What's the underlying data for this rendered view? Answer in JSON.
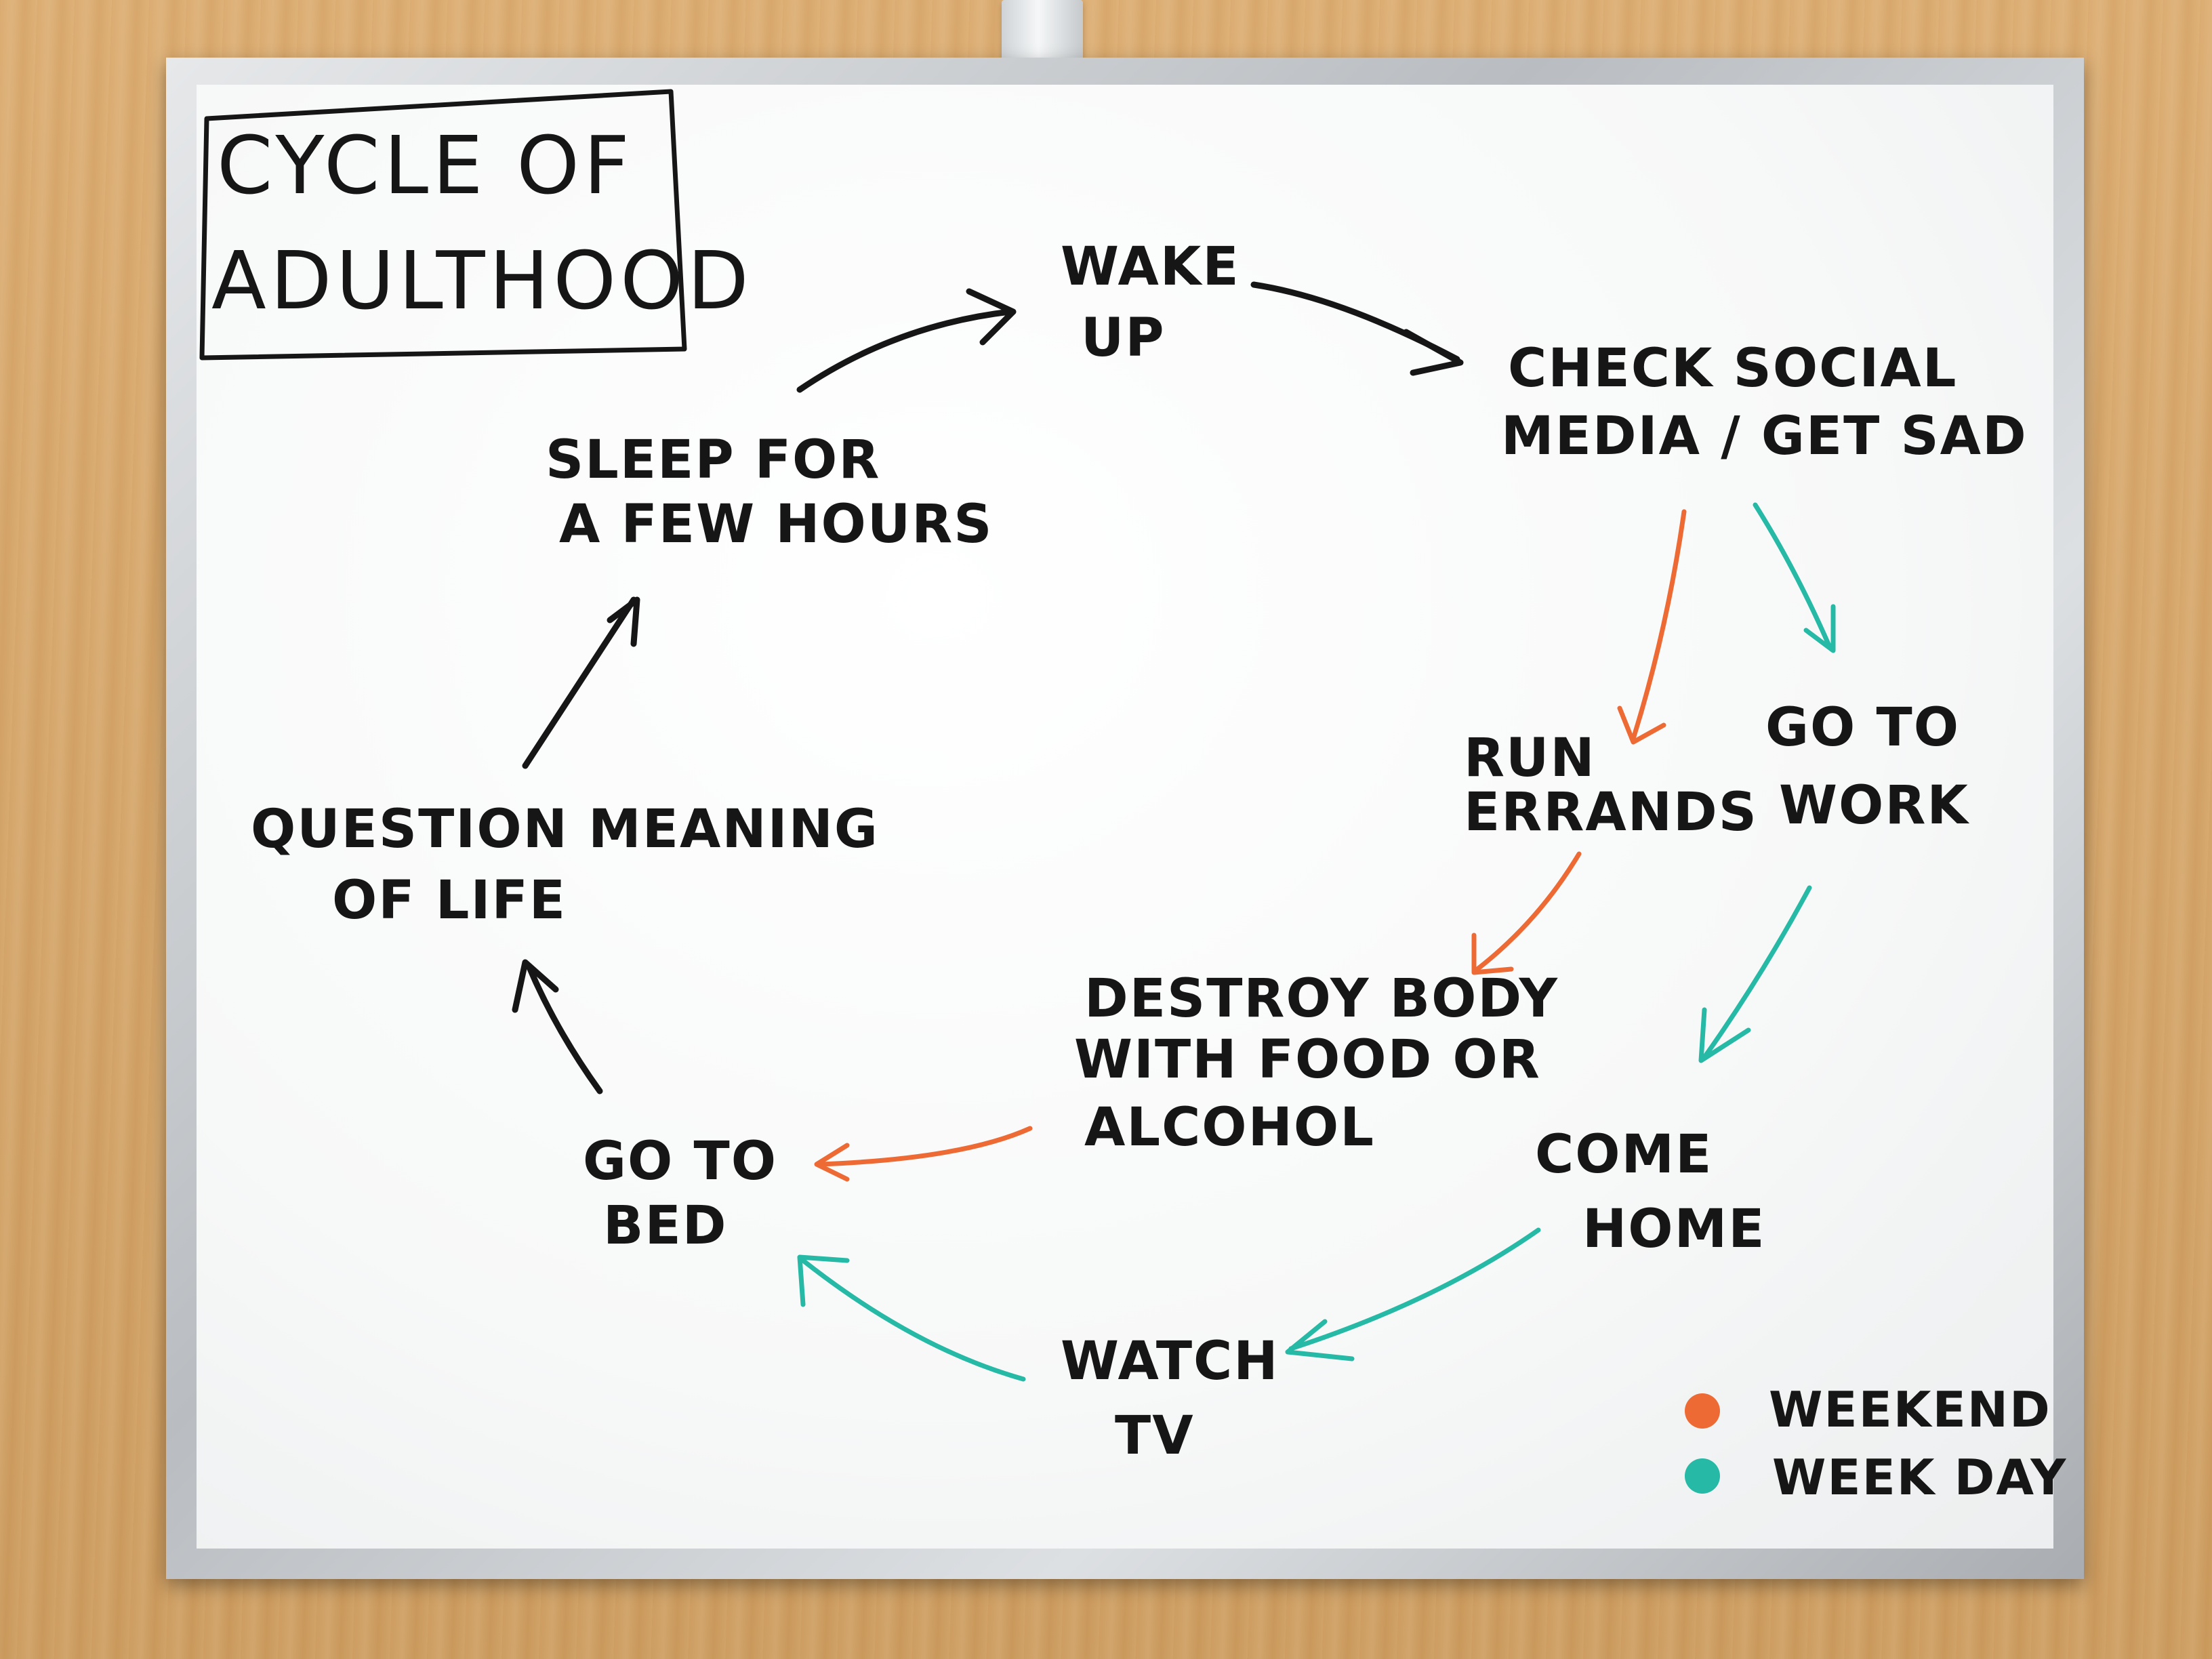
{
  "title": [
    "CYCLE OF",
    "ADULTHOOD"
  ],
  "nodes": {
    "wake_up": [
      "WAKE",
      "UP"
    ],
    "check_social": [
      "CHECK SOCIAL",
      "MEDIA / GET SAD"
    ],
    "run_errands": [
      "RUN",
      "ERRANDS"
    ],
    "go_to_work": [
      "GO TO",
      "WORK"
    ],
    "destroy_body": [
      "DESTROY BODY",
      "WITH FOOD OR",
      "ALCOHOL"
    ],
    "come_home": [
      "COME",
      "HOME"
    ],
    "watch_tv": [
      "WATCH",
      "TV"
    ],
    "go_to_bed": [
      "GO TO",
      "BED"
    ],
    "question_meaning": [
      "QUESTION MEANING",
      "OF LIFE"
    ],
    "sleep": [
      "SLEEP FOR",
      "A FEW HOURS"
    ]
  },
  "legend": [
    {
      "label": "WEEKEND",
      "color": "#ee6a35"
    },
    {
      "label": "WEEK DAY",
      "color": "#25b9a6"
    }
  ],
  "colors": {
    "ink": "#161616",
    "weekend": "#ee6a35",
    "weekday": "#25b9a6"
  }
}
